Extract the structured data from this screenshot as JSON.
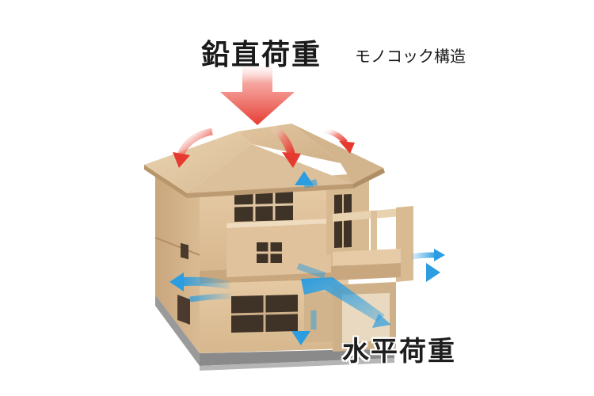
{
  "labels": {
    "vertical_load": "鉛直荷重",
    "structure_type": "モノコック構造",
    "horizontal_load": "水平荷重"
  },
  "colors": {
    "vertical_arrow": "#e63a30",
    "horizontal_arrow": "#2b9de0",
    "plywood": "#dcc09a",
    "plywood_dark": "#c7a47a",
    "window": "#4a3b2e",
    "base": "#8f8f8f"
  },
  "icons": {
    "vertical_arrows": "arrow-down-icon",
    "horizontal_arrows": "arrow-right-icon"
  }
}
